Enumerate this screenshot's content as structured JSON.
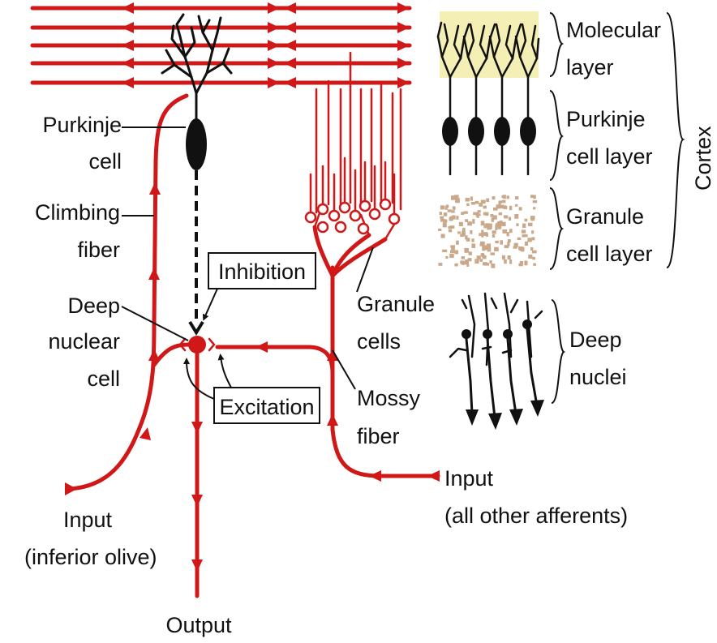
{
  "colors": {
    "fiber_red": "#d01818",
    "granule_dots": "#c9a98a",
    "molecular_bg": "#f4efb5",
    "black": "#111111"
  },
  "labels": {
    "purkinje_cell": [
      "Purkinje",
      "cell"
    ],
    "climbing_fiber": [
      "Climbing",
      "fiber"
    ],
    "deep_nuclear_cell": [
      "Deep",
      "nuclear",
      "cell"
    ],
    "inhibition": "Inhibition",
    "excitation": "Excitation",
    "granule_cells": [
      "Granule",
      "cells"
    ],
    "mossy_fiber": [
      "Mossy",
      "fiber"
    ],
    "input_olive": [
      "Input",
      "(inferior olive)"
    ],
    "input_afferents": [
      "Input",
      "(all other afferents)"
    ],
    "output": "Output"
  },
  "layers": {
    "molecular": [
      "Molecular",
      "layer"
    ],
    "purkinje": [
      "Purkinje",
      "cell layer"
    ],
    "granule": [
      "Granule",
      "cell layer"
    ],
    "cortex": "Cortex",
    "deep_nuclei": [
      "Deep",
      "nuclei"
    ]
  },
  "icons": [
    "purkinje-cell-icon",
    "deep-nuclear-cell-icon",
    "granule-cell-icon",
    "arrow-icon",
    "brace-icon"
  ]
}
